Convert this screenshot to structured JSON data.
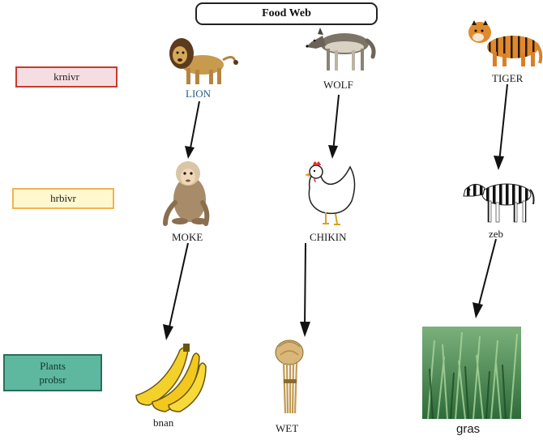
{
  "title": "Food Web",
  "legend": {
    "carnivore": "krnivr",
    "herbivore": "hrbivr",
    "producer_line1": "Plants",
    "producer_line2": "probsr"
  },
  "organisms": {
    "lion": "LION",
    "wolf": "WOLF",
    "tiger": "TIGER",
    "monkey": "MOKE",
    "chicken": "CHIKIN",
    "zebra": "zeb",
    "banana": "bnan",
    "wheat": "WET",
    "grass": "gras"
  },
  "colors": {
    "carnivore_fill": "#f6dde2",
    "carnivore_border": "#c63b2f",
    "herbivore_fill": "#fff8cf",
    "herbivore_border": "#f2b251",
    "producer_fill": "#5eb8a0",
    "producer_border": "#2a6e58"
  }
}
